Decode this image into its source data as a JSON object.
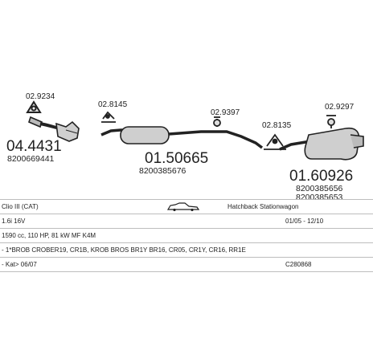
{
  "parts": [
    {
      "ref": "02.9234"
    },
    {
      "ref": "04.4431",
      "oe": "8200669441"
    },
    {
      "ref": "02.8145"
    },
    {
      "ref": "01.50665",
      "oe": "8200385676"
    },
    {
      "ref": "02.9397"
    },
    {
      "ref": "02.8135"
    },
    {
      "ref": "02.9297"
    },
    {
      "ref": "01.60926",
      "oe": [
        "8200385656",
        "8200385653"
      ]
    }
  ],
  "info": {
    "model": "Clio III (CAT)",
    "body": "Hatchback Stationwagon",
    "engine": "1.6i 16V",
    "years": "01/05 - 12/10",
    "specs": "1590 cc, 110 HP, 81 kW MF K4M",
    "codes": "- 1*BROB CROBER19, CR1B, KROB BROS BR1Y BR16, CR05, CR1Y, CR16, RR1E",
    "cat": "- Kat> 06/07",
    "code": "C280868"
  }
}
